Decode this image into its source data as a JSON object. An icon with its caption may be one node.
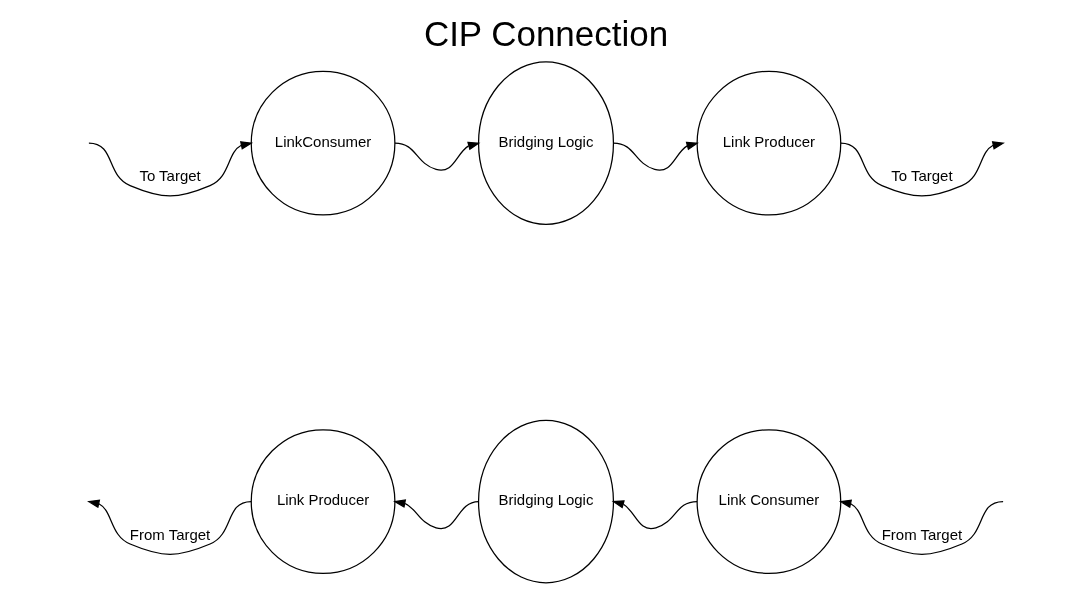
{
  "diagram": {
    "title": "CIP Connection",
    "nodes": [
      {
        "text": [
          "LinkConsumer"
        ]
      },
      {
        "text": [
          "Bridging Logic"
        ]
      },
      {
        "text": [
          "Link Producer"
        ]
      },
      {
        "text": [
          "Link Producer"
        ]
      },
      {
        "text": [
          "Bridging Logic"
        ]
      },
      {
        "text": [
          "Link Consumer"
        ]
      }
    ],
    "edges": [
      {
        "from": null,
        "to": 0,
        "arrow": "to",
        "label": "To Target"
      },
      {
        "from": 0,
        "to": 1,
        "arrow": "to"
      },
      {
        "from": 1,
        "to": 2,
        "arrow": "to"
      },
      {
        "from": 2,
        "to": null,
        "arrow": "to",
        "label": "To Target"
      },
      {
        "from": null,
        "to": 5,
        "arrow": "to",
        "label": "From Target"
      },
      {
        "from": 5,
        "to": 4,
        "arrow": "to"
      },
      {
        "from": 4,
        "to": 3,
        "arrow": "to"
      },
      {
        "from": 3,
        "to": null,
        "arrow": "to",
        "label": "From Target"
      }
    ]
  }
}
